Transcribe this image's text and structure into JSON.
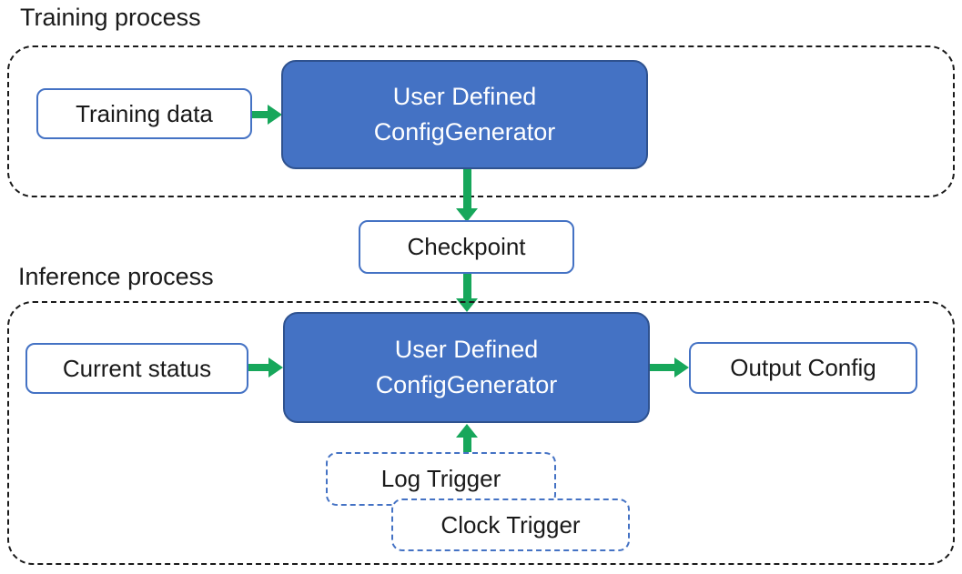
{
  "colors": {
    "node_fill": "#4472C4",
    "node_border": "#2F528F",
    "light_border": "#4472C4",
    "arrow": "#17A75B",
    "container_border": "#1a1a1a",
    "text": "#1a1a1a",
    "node_text": "#ffffff"
  },
  "training": {
    "label": "Training process",
    "input_box": "Training data",
    "generator": {
      "line1": "User Defined",
      "line2": "ConfigGenerator"
    }
  },
  "checkpoint": {
    "label": "Checkpoint"
  },
  "inference": {
    "label": "Inference process",
    "input_box": "Current status",
    "generator": {
      "line1": "User Defined",
      "line2": "ConfigGenerator"
    },
    "output_box": "Output Config",
    "triggers": [
      {
        "label": "Log Trigger"
      },
      {
        "label": "Clock Trigger"
      }
    ]
  }
}
